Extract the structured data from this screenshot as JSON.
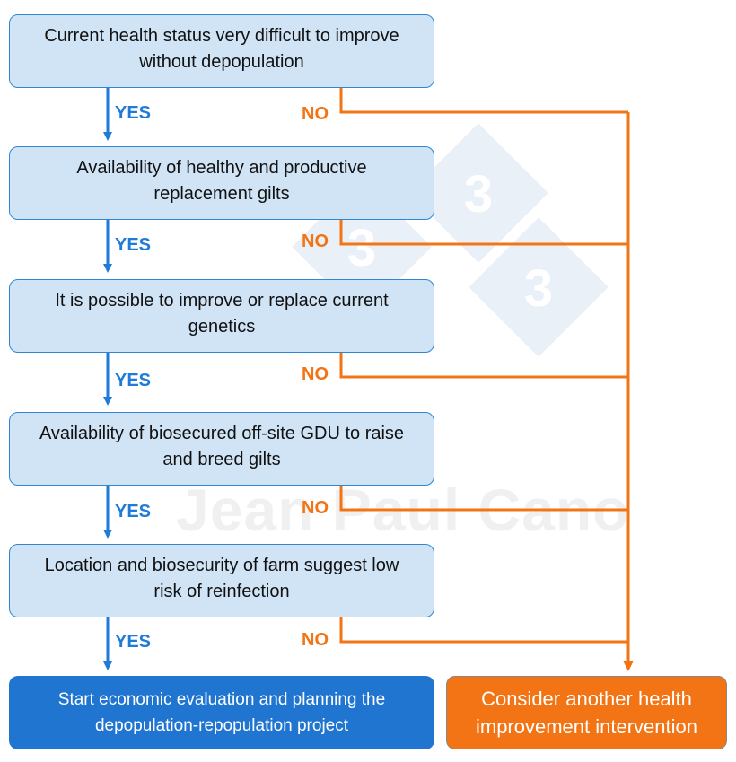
{
  "colors": {
    "box_fill": "#d0e4f6",
    "box_border": "#2f86d4",
    "yes_color": "#1f7ad8",
    "no_color": "#f27414",
    "end_yes_fill": "#1f75d0",
    "end_no_fill": "#f27414"
  },
  "watermark": {
    "text": "Jean Paul Cano",
    "logo_digit": "3"
  },
  "steps": [
    {
      "text": "Current health status very difficult to improve without depopulation",
      "yes_label": "YES",
      "no_label": "NO"
    },
    {
      "text": "Availability of healthy and productive replacement gilts",
      "yes_label": "YES",
      "no_label": "NO"
    },
    {
      "text": "It is possible to improve or replace current genetics",
      "yes_label": "YES",
      "no_label": "NO"
    },
    {
      "text": "Availability of biosecured off-site GDU to raise and breed gilts",
      "yes_label": "YES",
      "no_label": "NO"
    },
    {
      "text": "Location and biosecurity of farm suggest low risk of reinfection",
      "yes_label": "YES",
      "no_label": "NO"
    }
  ],
  "outcomes": {
    "yes_text": "Start economic evaluation and planning the depopulation-repopulation project",
    "no_text": "Consider another health improvement intervention"
  }
}
